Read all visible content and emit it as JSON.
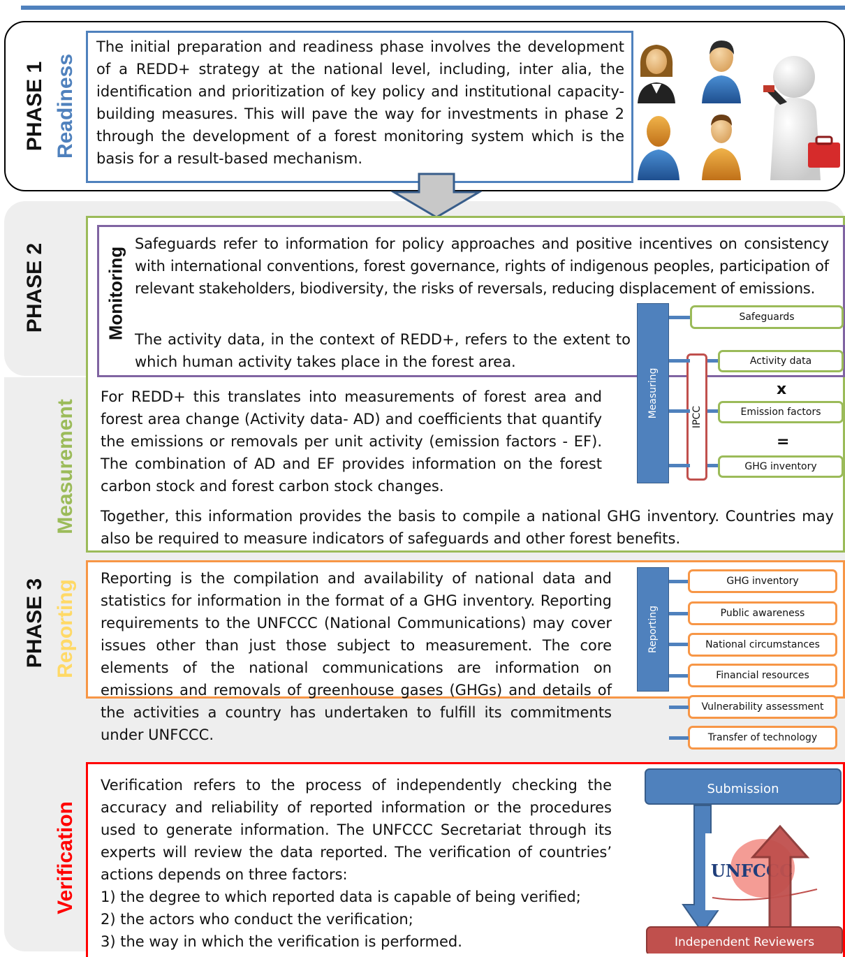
{
  "phase1": {
    "phase_label": "PHASE 1",
    "stage_label": "Readiness",
    "text": "The initial preparation and readiness phase involves the development of a REDD+ strategy at the national level, including, inter alia, the identification and prioritization of key policy and institutional capacity-building measures. This will pave the way for investments in phase 2 through the development of a forest monitoring system which is the basis for a result-based mechanism."
  },
  "phase2": {
    "phase_label": "PHASE 2",
    "monitoring_label": "Monitoring",
    "monitoring_text_1": "Safeguards refer to information for policy approaches and positive incentives on consistency with international conventions, forest governance, rights of indigenous peoples, participation of relevant stakeholders, biodiversity, the risks of reversals, reducing displacement of emissions.",
    "monitoring_text_2": "The activity data, in the context of REDD+, refers to the extent to which human activity takes place in the forest area.",
    "measurement_label": "Measurement",
    "measurement_text_1": "For REDD+ this translates into measurements of forest area and forest area change (Activity data- AD) and coefficients that quantify the emissions or removals per unit activity  (emission factors - EF). The combination of AD and EF provides information on the forest carbon stock and forest carbon stock changes.",
    "measurement_text_2": "Together, this information provides the basis to compile a national GHG inventory. Countries may also be required to measure indicators of safeguards and other forest benefits.",
    "measuring_diagram": {
      "bar_label": "Measuring",
      "ipcc_label": "IPCC",
      "items": [
        "Safeguards",
        "Activity data",
        "Emission factors",
        "GHG inventory"
      ],
      "times_symbol": "x",
      "equals_symbol": "="
    }
  },
  "phase3": {
    "phase_label": "PHASE 3",
    "reporting_label": "Reporting",
    "reporting_text": "Reporting is the compilation and availability of national data and statistics for information in the format of a GHG inventory. Reporting requirements to the UNFCCC (National Communications) may cover issues other than just those subject to measurement. The core elements of the national communications are information on emissions and removals of greenhouse gases (GHGs) and details of the activities a country has undertaken to fulfill its commitments under UNFCCC.",
    "reporting_diagram": {
      "bar_label": "Reporting",
      "items": [
        "GHG inventory",
        "Public awareness",
        "National circumstances",
        "Financial resources",
        "Vulnerability assessment",
        "Transfer of technology"
      ]
    },
    "verification_label": "Verification",
    "verification_text": "Verification refers to the process of independently checking the accuracy and reliability of reported information or the procedures used to generate information. The UNFCCC Secretariat through its experts will review the data reported. The verification of countries’ actions depends on three factors:",
    "verification_points": [
      "1) the degree to which reported data is capable of being verified;",
      "2) the actors who conduct the verification;",
      "3) the way in which the verification is performed."
    ],
    "verification_diagram": {
      "submission_label": "Submission",
      "reviewers_label": "Independent Reviewers",
      "logo_text": "UNFCCC"
    }
  },
  "colors": {
    "blue": "#4f81bd",
    "green": "#9bbb59",
    "orange": "#f79646",
    "purple": "#8064a2",
    "red": "#ff0000",
    "reviewers": "#c0504d",
    "yellow": "#ffd966"
  }
}
